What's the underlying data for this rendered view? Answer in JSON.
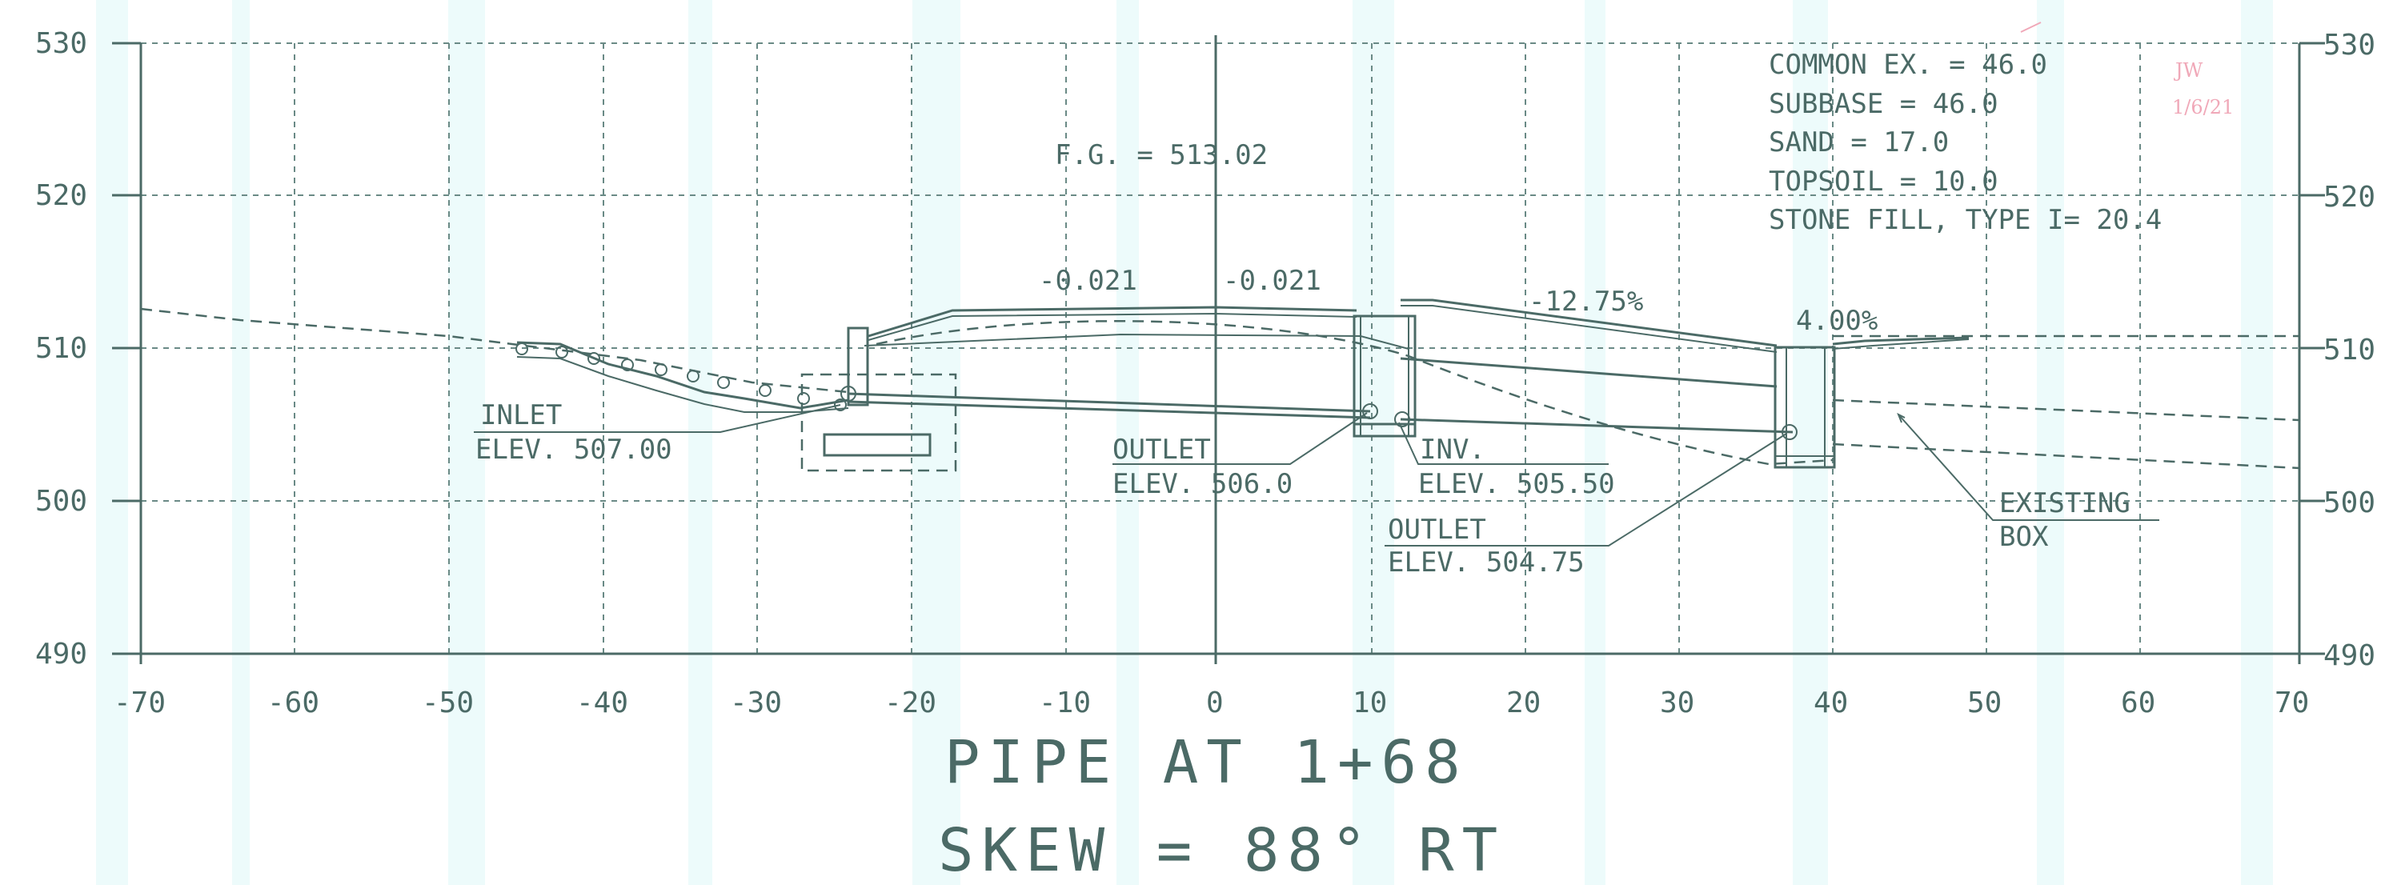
{
  "axis": {
    "y_ticks": [
      "530",
      "520",
      "510",
      "500",
      "490"
    ],
    "y_ticks_right": [
      "530",
      "520",
      "510",
      "500",
      "490"
    ],
    "x_ticks": [
      "-70",
      "-60",
      "-50",
      "-40",
      "-30",
      "-20",
      "-10",
      "0",
      "10",
      "20",
      "30",
      "40",
      "50",
      "60",
      "70"
    ]
  },
  "labels": {
    "finish_grade": "F.G.  =  513.02",
    "slope_left": "-0.021",
    "slope_right": "-0.021",
    "slope_fill": "-12.75%",
    "slope_end": "4.00%",
    "inlet_line1": "INLET",
    "inlet_line2": "ELEV.  507.00",
    "outlet1_line1": "OUTLET",
    "outlet1_line2": "ELEV.  506.0",
    "inv_line1": "INV.",
    "inv_line2": "ELEV.  505.50",
    "outlet2_line1": "OUTLET",
    "outlet2_line2": "ELEV.  504.75",
    "existing_line1": "EXISTING",
    "existing_line2": "BOX"
  },
  "quantities": [
    "COMMON EX. = 46.0",
    "SUBBASE = 46.0",
    "SAND = 17.0",
    "TOPSOIL = 10.0",
    "STONE FILL, TYPE I= 20.4"
  ],
  "initials": {
    "line1": "JW",
    "line2": "1/6/21"
  },
  "title": {
    "line1": "PIPE  AT  1+68",
    "line2": "SKEW  =  88°  RT"
  }
}
